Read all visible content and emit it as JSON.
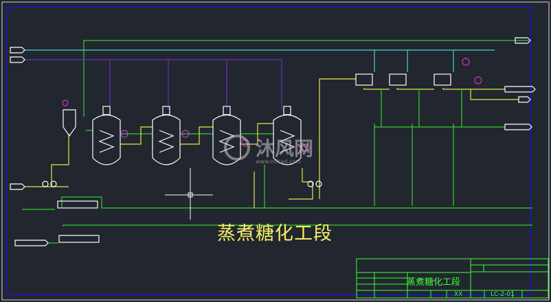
{
  "drawing": {
    "main_title": "蒸煮糖化工段",
    "title_block": {
      "title": "蒸煮糖化工段",
      "scale_value": "XX",
      "drawing_number": "LC-2-01"
    },
    "watermark": {
      "logo_text": "沐风网",
      "url": "www.mfcad.com"
    },
    "colors": {
      "background": "#22262e",
      "steam_line": "#3fd6d6",
      "water_line": "#2fd02f",
      "mash_line": "#e8e84a",
      "instrument": "#cc33cc",
      "valve": "#d9a040",
      "equipment": "#ffffff",
      "frame_inner": "#1a1aa8",
      "title_block": "#3cff3c"
    }
  }
}
